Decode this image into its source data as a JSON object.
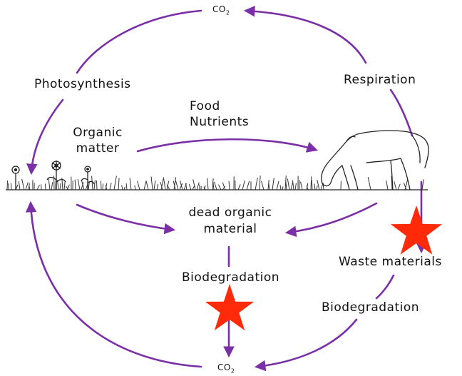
{
  "labels": {
    "co2_top": "CO",
    "co2_bottom": "CO",
    "co2_sub": "2",
    "photosynthesis": "Photosynthesis",
    "respiration": "Respiration",
    "food": "Food",
    "nutrients": "Nutrients",
    "organic_line1": "Organic",
    "organic_line2": "matter",
    "dead_line1": "dead organic",
    "dead_line2": "material",
    "biodegradation_center": "Biodegradation",
    "waste": "Waste materials",
    "biodegradation_right": "Biodegradation"
  },
  "colors": {
    "arrow": "#7b2fa6",
    "star": "#ff2a0a",
    "ink": "#111111"
  },
  "icons": [
    "horse-icon",
    "flower-icon",
    "grass-icon",
    "star-icon"
  ]
}
